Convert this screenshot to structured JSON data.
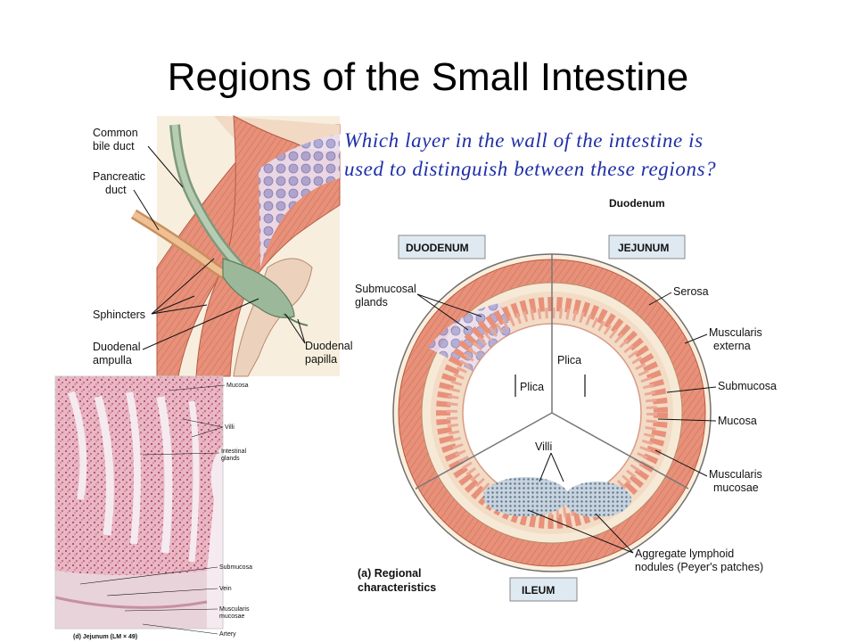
{
  "slide": {
    "title": "Regions of the Small Intestine",
    "question_line1": "Which layer in the wall of the intestine is",
    "question_line2": "used to distinguish between these regions?"
  },
  "duodenum_figure": {
    "labels": {
      "common_bile_duct_1": "Common",
      "common_bile_duct_2": "bile duct",
      "pancreatic_duct_1": "Pancreatic",
      "pancreatic_duct_2": "duct",
      "sphincters": "Sphincters",
      "duodenal_ampulla_1": "Duodenal",
      "duodenal_ampulla_2": "ampulla",
      "duodenal_papilla_1": "Duodenal",
      "duodenal_papilla_2": "papilla"
    }
  },
  "micrograph": {
    "labels": {
      "mucosa": "Mucosa",
      "villi": "Villi",
      "intestinal_glands_1": "Intestinal",
      "intestinal_glands_2": "glands",
      "submucosa": "Submucosa",
      "vein": "Vein",
      "muscularis_mucosae_1": "Muscularis",
      "muscularis_mucosae_2": "mucosae",
      "artery": "Artery",
      "caption": "(d) Jejunum (LM × 49)"
    }
  },
  "cross_section": {
    "heading": "Duodenum",
    "region_duodenum": "DUODENUM",
    "region_jejunum": "JEJUNUM",
    "region_ileum": "ILEUM",
    "labels": {
      "submucosal_glands_1": "Submucosal",
      "submucosal_glands_2": "glands",
      "serosa": "Serosa",
      "muscularis_externa_1": "Muscularis",
      "muscularis_externa_2": "externa",
      "submucosa": "Submucosa",
      "mucosa": "Mucosa",
      "muscularis_mucosae_1": "Muscularis",
      "muscularis_mucosae_2": "mucosae",
      "plica_left": "Plica",
      "plica_right": "Plica",
      "villi": "Villi",
      "aggregate_1": "Aggregate lymphoid",
      "aggregate_2": "nodules (Peyer's patches)"
    },
    "caption_1": "(a) Regional",
    "caption_2": "characteristics"
  },
  "colors": {
    "question": "#1f2fa8",
    "muscle": "#e8917a",
    "muscle_dark": "#c9614a",
    "submucosa": "#f6ead7",
    "gland": "#a9a6d6",
    "duct_green": "#9bb89b",
    "tissue_pink": "#c45a7a"
  }
}
